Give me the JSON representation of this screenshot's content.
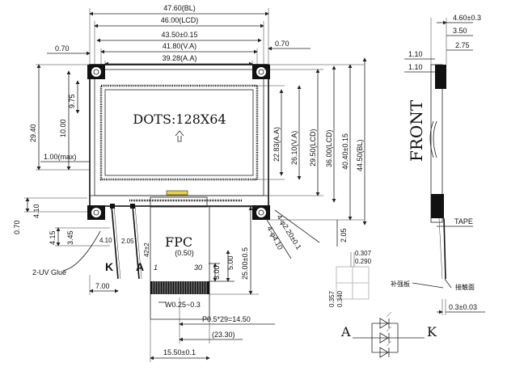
{
  "dimensions": {
    "bl_width": "47.60(BL)",
    "lcd_width": "46.00(LCD)",
    "outline_width": "43.50±0.15",
    "va_width": "41.80(V.A)",
    "aa_width": "39.28(A.A)",
    "left_margin": "0.70",
    "right_margin": "0.70",
    "dim_975": "9.75",
    "dim_1000": "10.00",
    "dim_2940": "29.40",
    "max_100": "1.00(max)",
    "aa_height": "22.83(A.A)",
    "va_height": "26.10(V.A)",
    "lcd_height": "29.50(LCD)",
    "lcd_h36": "36.00(LCD)",
    "outline_height": "40.40±0.15",
    "bl_height": "44.50(BL)",
    "dim_070b": "0.70",
    "dim_410": "4.10",
    "dim_415": "4.15",
    "dim_345": "3.45",
    "dim_410b": "4.10",
    "dim_205": "2.05",
    "dim_42x2": "42±2",
    "hole_small": "4-φ2.20±0.1",
    "hole_large": "4-φ4.10",
    "dim_205b": "2.05",
    "pitch_050": "(0.50)",
    "dim_300": "3.00",
    "dim_500": "5.00",
    "fpc_length": "25.00±0.5",
    "dim_700": "7.00",
    "trace_width": "W0.25~0.3",
    "pitch_total": "P0.5*29=14.50",
    "dim_2330": "(23.30)",
    "fpc_width": "15.50±0.1"
  },
  "labels": {
    "dots": "DOTS:128X64",
    "fpc": "FPC",
    "k": "K",
    "a": "A",
    "pin1": "1",
    "pin30": "30",
    "uv_glue": "2-UV Glue",
    "front": "FRONT",
    "tape": "TAPE",
    "stiffener": "补强板",
    "contact": "接触面",
    "anode": "A",
    "cathode": "K"
  },
  "side_view": {
    "thickness": "4.60±0.3",
    "dim_350": "3.50",
    "dim_275": "2.75",
    "dim_110a": "1.10",
    "dim_110b": "1.10",
    "fpc_thickness": "0.3±0.03"
  },
  "pad_detail": {
    "dim_0307": "0.307",
    "dim_0290": "0.290",
    "dim_0357": "0.357",
    "dim_0340": "0.340"
  }
}
